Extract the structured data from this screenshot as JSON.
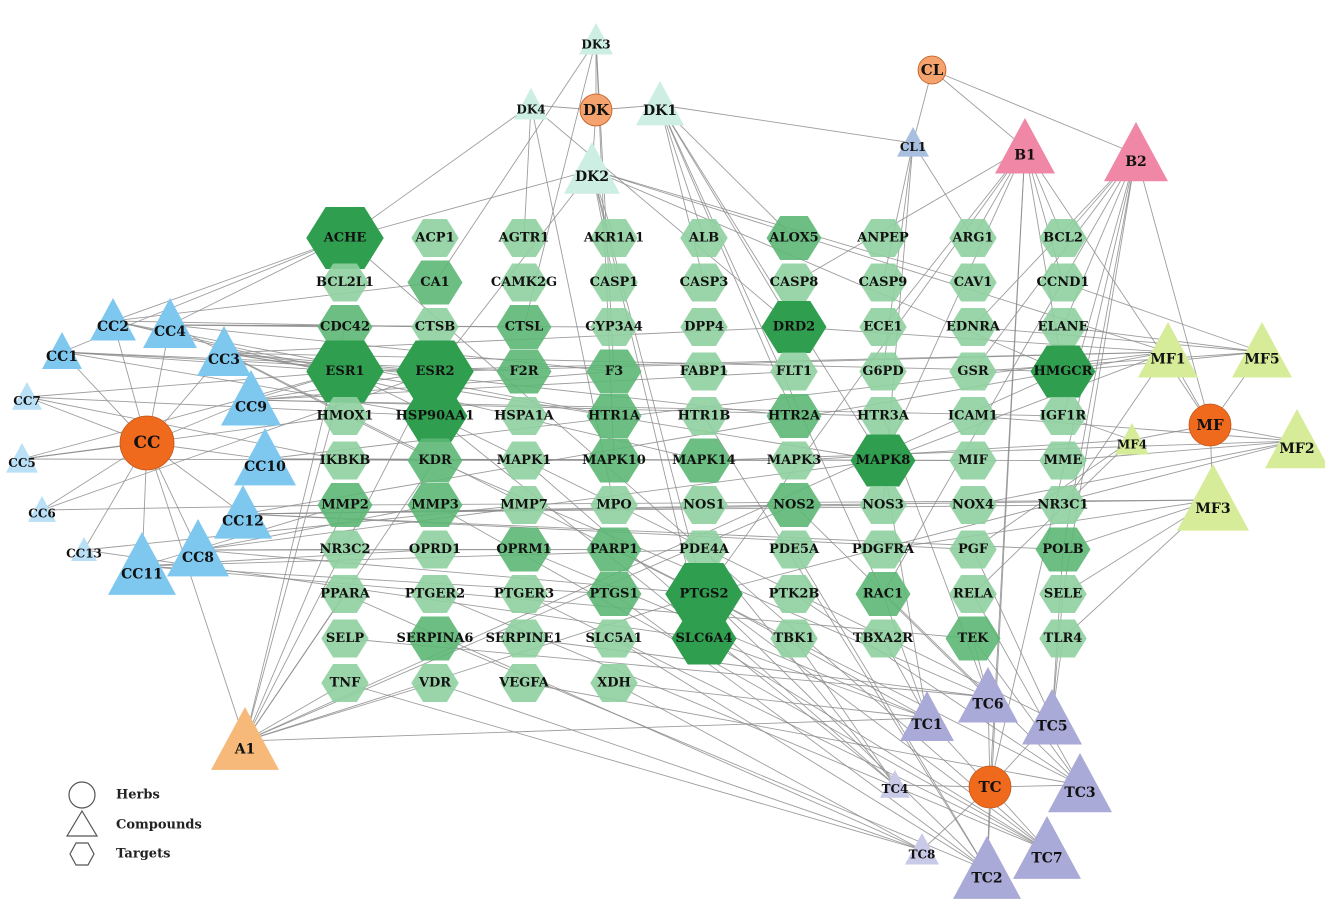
{
  "colors": {
    "herb": "#f06a1e",
    "herb_light": "#f4a26e",
    "cc": "#7ec8f0",
    "cc_light": "#b9e0f6",
    "dk": "#cdeee2",
    "cl": "#a9bfe0",
    "b": "#f087a6",
    "mf": "#d6ec98",
    "tc": "#aaaad8",
    "tc_light": "#c9c9e8",
    "a": "#f6b97a",
    "target_dark": "#2f9e4f",
    "target_mid": "#5cb774",
    "target_light": "#8fd0a0",
    "edge": "#8c8c8c"
  },
  "legend": [
    {
      "shape": "circle",
      "label": "Herbs"
    },
    {
      "shape": "triangle",
      "label": "Compounds"
    },
    {
      "shape": "hexagon",
      "label": "Targets"
    }
  ],
  "herbs": [
    {
      "id": "CC",
      "color": "herb"
    },
    {
      "id": "DK",
      "color": "herb_light"
    },
    {
      "id": "CL",
      "color": "herb_light"
    },
    {
      "id": "MF",
      "color": "herb"
    },
    {
      "id": "TC",
      "color": "herb"
    }
  ],
  "compounds": [
    {
      "id": "CC1",
      "herb": "CC",
      "color": "cc"
    },
    {
      "id": "CC2",
      "herb": "CC",
      "color": "cc"
    },
    {
      "id": "CC3",
      "herb": "CC",
      "color": "cc"
    },
    {
      "id": "CC4",
      "herb": "CC",
      "color": "cc"
    },
    {
      "id": "CC5",
      "herb": "CC",
      "color": "cc_light"
    },
    {
      "id": "CC6",
      "herb": "CC",
      "color": "cc_light"
    },
    {
      "id": "CC7",
      "herb": "CC",
      "color": "cc_light"
    },
    {
      "id": "CC8",
      "herb": "CC",
      "color": "cc"
    },
    {
      "id": "CC9",
      "herb": "CC",
      "color": "cc"
    },
    {
      "id": "CC10",
      "herb": "CC",
      "color": "cc"
    },
    {
      "id": "CC11",
      "herb": "CC",
      "color": "cc"
    },
    {
      "id": "CC12",
      "herb": "CC",
      "color": "cc"
    },
    {
      "id": "CC13",
      "herb": "CC",
      "color": "cc_light"
    },
    {
      "id": "DK1",
      "herb": "DK",
      "color": "dk"
    },
    {
      "id": "DK2",
      "herb": "DK",
      "color": "dk"
    },
    {
      "id": "DK3",
      "herb": "DK",
      "color": "dk"
    },
    {
      "id": "DK4",
      "herb": "DK",
      "color": "dk"
    },
    {
      "id": "CL1",
      "herb": "CL",
      "color": "cl"
    },
    {
      "id": "B1",
      "herb": "CL",
      "color": "b"
    },
    {
      "id": "B2",
      "herb": "CL",
      "color": "b"
    },
    {
      "id": "MF1",
      "herb": "MF",
      "color": "mf"
    },
    {
      "id": "MF2",
      "herb": "MF",
      "color": "mf"
    },
    {
      "id": "MF3",
      "herb": "MF",
      "color": "mf"
    },
    {
      "id": "MF4",
      "herb": "MF",
      "color": "mf"
    },
    {
      "id": "MF5",
      "herb": "MF",
      "color": "mf"
    },
    {
      "id": "TC1",
      "herb": "TC",
      "color": "tc"
    },
    {
      "id": "TC2",
      "herb": "TC",
      "color": "tc"
    },
    {
      "id": "TC3",
      "herb": "TC",
      "color": "tc"
    },
    {
      "id": "TC4",
      "herb": "TC",
      "color": "tc_light"
    },
    {
      "id": "TC5",
      "herb": "TC",
      "color": "tc"
    },
    {
      "id": "TC6",
      "herb": "TC",
      "color": "tc"
    },
    {
      "id": "TC7",
      "herb": "TC",
      "color": "tc"
    },
    {
      "id": "TC8",
      "herb": "TC",
      "color": "tc_light"
    },
    {
      "id": "A1",
      "herb": "",
      "color": "a"
    }
  ],
  "targets": [
    "ACHE",
    "ACP1",
    "AGTR1",
    "AKR1A1",
    "ALB",
    "ALOX5",
    "ANPEP",
    "ARG1",
    "BCL2",
    "BCL2L1",
    "CA1",
    "CAMK2G",
    "CASP1",
    "CASP3",
    "CASP8",
    "CASP9",
    "CAV1",
    "CCND1",
    "CDC42",
    "CTSB",
    "CTSL",
    "CYP3A4",
    "DPP4",
    "DRD2",
    "ECE1",
    "EDNRA",
    "ELANE",
    "ESR1",
    "ESR2",
    "F2R",
    "F3",
    "FABP1",
    "FLT1",
    "G6PD",
    "GSR",
    "HMGCR",
    "HMOX1",
    "HSP90AA1",
    "HSPA1A",
    "HTR1A",
    "HTR1B",
    "HTR2A",
    "HTR3A",
    "ICAM1",
    "IGF1R",
    "IKBKB",
    "KDR",
    "MAPK1",
    "MAPK10",
    "MAPK14",
    "MAPK3",
    "MAPK8",
    "MIF",
    "MME",
    "MMP2",
    "MMP3",
    "MMP7",
    "MPO",
    "NOS1",
    "NOS2",
    "NOS3",
    "NOX4",
    "NR3C1",
    "NR3C2",
    "OPRD1",
    "OPRM1",
    "PARP1",
    "PDE4A",
    "PDE5A",
    "PDGFRA",
    "PGF",
    "POLB",
    "PPARA",
    "PTGER2",
    "PTGER3",
    "PTGS1",
    "PTGS2",
    "PTK2B",
    "RAC1",
    "RELA",
    "SELE",
    "SELP",
    "SERPINA6",
    "SERPINE1",
    "SLC5A1",
    "SLC6A4",
    "TBK1",
    "TBXA2R",
    "TEK",
    "TLR4",
    "TNF",
    "VDR",
    "VEGFA",
    "XDH"
  ],
  "target_levels": {
    "ACHE": 4,
    "DRD2": 3,
    "ESR1": 4,
    "ESR2": 4,
    "PTGS2": 4,
    "SLC6A4": 3,
    "HSP90AA1": 3,
    "HMGCR": 3,
    "MAPK8": 3,
    "KDR": 2,
    "MMP2": 2,
    "MMP3": 2,
    "NOS2": 2,
    "PARP1": 2,
    "OPRM1": 2,
    "PTGS1": 2,
    "RAC1": 2,
    "POLB": 2,
    "ALOX5": 2,
    "CA1": 2,
    "CTSL": 2,
    "F3": 2,
    "SERPINA6": 2,
    "TEK": 2,
    "CDC42": 2,
    "HTR1A": 2,
    "HTR2A": 2,
    "MAPK10": 2,
    "MAPK14": 2,
    "F2R": 2
  },
  "edges": [
    [
      "CC",
      "CC1"
    ],
    [
      "CC",
      "CC2"
    ],
    [
      "CC",
      "CC3"
    ],
    [
      "CC",
      "CC4"
    ],
    [
      "CC",
      "CC5"
    ],
    [
      "CC",
      "CC6"
    ],
    [
      "CC",
      "CC7"
    ],
    [
      "CC",
      "CC8"
    ],
    [
      "CC",
      "CC9"
    ],
    [
      "CC",
      "CC10"
    ],
    [
      "CC",
      "CC11"
    ],
    [
      "CC",
      "CC12"
    ],
    [
      "CC",
      "CC13"
    ],
    [
      "DK",
      "DK1"
    ],
    [
      "DK",
      "DK2"
    ],
    [
      "DK",
      "DK3"
    ],
    [
      "DK",
      "DK4"
    ],
    [
      "CL",
      "CL1"
    ],
    [
      "CL",
      "B1"
    ],
    [
      "CL",
      "B2"
    ],
    [
      "MF",
      "MF1"
    ],
    [
      "MF",
      "MF2"
    ],
    [
      "MF",
      "MF3"
    ],
    [
      "MF",
      "MF4"
    ],
    [
      "MF",
      "MF5"
    ],
    [
      "MF",
      "B1"
    ],
    [
      "MF",
      "B2"
    ],
    [
      "TC",
      "TC1"
    ],
    [
      "TC",
      "TC2"
    ],
    [
      "TC",
      "TC3"
    ],
    [
      "TC",
      "TC4"
    ],
    [
      "TC",
      "TC5"
    ],
    [
      "TC",
      "TC6"
    ],
    [
      "TC",
      "TC7"
    ],
    [
      "TC",
      "TC8"
    ],
    [
      "TC",
      "B1"
    ],
    [
      "TC",
      "B2"
    ],
    [
      "CC",
      "A1"
    ],
    [
      "A1",
      "ESR1"
    ],
    [
      "A1",
      "ESR2"
    ],
    [
      "A1",
      "PTGS2"
    ],
    [
      "A1",
      "CDC42"
    ],
    [
      "A1",
      "MMP2"
    ],
    [
      "A1",
      "KDR"
    ],
    [
      "A1",
      "TNF"
    ],
    [
      "A1",
      "VDR"
    ],
    [
      "A1",
      "PPARA"
    ],
    [
      "A1",
      "HMGCR"
    ],
    [
      "A1",
      "NOS2"
    ],
    [
      "A1",
      "TC1"
    ],
    [
      "CC1",
      "ACHE"
    ],
    [
      "CC1",
      "ESR1"
    ],
    [
      "CC1",
      "ESR2"
    ],
    [
      "CC1",
      "HSP90AA1"
    ],
    [
      "CC1",
      "F2R"
    ],
    [
      "CC2",
      "ACHE"
    ],
    [
      "CC2",
      "CA1"
    ],
    [
      "CC2",
      "ESR1"
    ],
    [
      "CC2",
      "CTSB"
    ],
    [
      "CC2",
      "HTR1A"
    ],
    [
      "CC2",
      "MAPK14"
    ],
    [
      "CC3",
      "ESR1"
    ],
    [
      "CC3",
      "ESR2"
    ],
    [
      "CC3",
      "DRD2"
    ],
    [
      "CC3",
      "HTR2A"
    ],
    [
      "CC3",
      "MAPK8"
    ],
    [
      "CC3",
      "HMGCR"
    ],
    [
      "CC3",
      "KDR"
    ],
    [
      "CC4",
      "ACHE"
    ],
    [
      "CC4",
      "CDC42"
    ],
    [
      "CC4",
      "CTSL"
    ],
    [
      "CC4",
      "CYP3A4"
    ],
    [
      "CC4",
      "PTGS2"
    ],
    [
      "CC4",
      "F3"
    ],
    [
      "CC5",
      "ESR1"
    ],
    [
      "CC5",
      "HMOX1"
    ],
    [
      "CC5",
      "MAPK1"
    ],
    [
      "CC6",
      "ESR2"
    ],
    [
      "CC6",
      "MMP2"
    ],
    [
      "CC7",
      "ESR1"
    ],
    [
      "CC7",
      "HSP90AA1"
    ],
    [
      "CC7",
      "IKBKB"
    ],
    [
      "CC8",
      "PTGS2"
    ],
    [
      "CC8",
      "MMP3"
    ],
    [
      "CC8",
      "NR3C2"
    ],
    [
      "CC8",
      "OPRM1"
    ],
    [
      "CC8",
      "PARP1"
    ],
    [
      "CC8",
      "MAPK8"
    ],
    [
      "CC9",
      "ESR1"
    ],
    [
      "CC9",
      "ESR2"
    ],
    [
      "CC9",
      "F3"
    ],
    [
      "CC9",
      "FLT1"
    ],
    [
      "CC9",
      "HTR3A"
    ],
    [
      "CC9",
      "IGF1R"
    ],
    [
      "CC10",
      "KDR"
    ],
    [
      "CC10",
      "MAPK10"
    ],
    [
      "CC10",
      "MAPK3"
    ],
    [
      "CC10",
      "MIF"
    ],
    [
      "CC10",
      "MME"
    ],
    [
      "CC10",
      "MF1"
    ],
    [
      "CC11",
      "MMP2"
    ],
    [
      "CC11",
      "OPRD1"
    ],
    [
      "CC11",
      "PDE4A"
    ],
    [
      "CC11",
      "PTGS1"
    ],
    [
      "CC11",
      "TEK"
    ],
    [
      "CC12",
      "NOS2"
    ],
    [
      "CC12",
      "NOS3"
    ],
    [
      "CC12",
      "NR3C1"
    ],
    [
      "CC12",
      "PGF"
    ],
    [
      "CC12",
      "POLB"
    ],
    [
      "CC12",
      "HMGCR"
    ],
    [
      "CC13",
      "MMP7"
    ],
    [
      "CC13",
      "SLC6A4"
    ],
    [
      "DK1",
      "ALOX5"
    ],
    [
      "DK1",
      "ALB"
    ],
    [
      "DK1",
      "CASP3"
    ],
    [
      "DK1",
      "DRD2"
    ],
    [
      "DK1",
      "HTR2A"
    ],
    [
      "DK1",
      "CL1"
    ],
    [
      "DK1",
      "MAPK8"
    ],
    [
      "DK1",
      "RAC1"
    ],
    [
      "DK2",
      "ACHE"
    ],
    [
      "DK2",
      "AKR1A1"
    ],
    [
      "DK2",
      "CASP1"
    ],
    [
      "DK2",
      "ESR2"
    ],
    [
      "DK2",
      "PTGS2"
    ],
    [
      "DK2",
      "SLC6A4"
    ],
    [
      "DK2",
      "CAV1"
    ],
    [
      "DK2",
      "MF1"
    ],
    [
      "DK2",
      "HMGCR"
    ],
    [
      "DK3",
      "CA1"
    ],
    [
      "DK3",
      "CTSL"
    ],
    [
      "DK3",
      "F3"
    ],
    [
      "DK3",
      "MAPK10"
    ],
    [
      "DK4",
      "ACHE"
    ],
    [
      "DK4",
      "AGTR1"
    ],
    [
      "DK4",
      "DRD2"
    ],
    [
      "DK4",
      "MPO"
    ],
    [
      "CL1",
      "ARG1"
    ],
    [
      "CL1",
      "CASP9"
    ],
    [
      "CL1",
      "G6PD"
    ],
    [
      "CL1",
      "NOS3"
    ],
    [
      "B1",
      "BCL2"
    ],
    [
      "B1",
      "ARG1"
    ],
    [
      "B1",
      "CASP8"
    ],
    [
      "B1",
      "ECE1"
    ],
    [
      "B1",
      "HMGCR"
    ],
    [
      "B1",
      "MAPK8"
    ],
    [
      "B1",
      "PTGS2"
    ],
    [
      "B1",
      "TC2"
    ],
    [
      "B1",
      "CCND1"
    ],
    [
      "B2",
      "BCL2"
    ],
    [
      "B2",
      "ELANE"
    ],
    [
      "B2",
      "EDNRA"
    ],
    [
      "B2",
      "GSR"
    ],
    [
      "B2",
      "IGF1R"
    ],
    [
      "B2",
      "POLB"
    ],
    [
      "B2",
      "RAC1"
    ],
    [
      "B2",
      "SELE"
    ],
    [
      "MF1",
      "ESR1"
    ],
    [
      "MF1",
      "ESR2"
    ],
    [
      "MF1",
      "HMGCR"
    ],
    [
      "MF1",
      "MAPK8"
    ],
    [
      "MF1",
      "NR3C1"
    ],
    [
      "MF1",
      "DRD2"
    ],
    [
      "MF2",
      "MME"
    ],
    [
      "MF2",
      "NOX4"
    ],
    [
      "MF2",
      "ICAM1"
    ],
    [
      "MF2",
      "MAPK14"
    ],
    [
      "MF2",
      "PTGS2"
    ],
    [
      "MF3",
      "POLB"
    ],
    [
      "MF3",
      "NOS2"
    ],
    [
      "MF3",
      "SELE"
    ],
    [
      "MF3",
      "TLR4"
    ],
    [
      "MF3",
      "PDGFRA"
    ],
    [
      "MF3",
      "MMP2"
    ],
    [
      "MF4",
      "IGF1R"
    ],
    [
      "MF4",
      "PGF"
    ],
    [
      "MF4",
      "RELA"
    ],
    [
      "MF4",
      "MAPK3"
    ],
    [
      "MF5",
      "HMGCR"
    ],
    [
      "MF5",
      "GSR"
    ],
    [
      "MF5",
      "EDNRA"
    ],
    [
      "MF5",
      "CCND1"
    ],
    [
      "MF5",
      "ELANE"
    ],
    [
      "TC1",
      "PTGS2"
    ],
    [
      "TC1",
      "RAC1"
    ],
    [
      "TC1",
      "TBXA2R"
    ],
    [
      "TC1",
      "SLC6A4"
    ],
    [
      "TC1",
      "MAPK8"
    ],
    [
      "TC1",
      "OPRM1"
    ],
    [
      "TC1",
      "XDH"
    ],
    [
      "TC2",
      "PTGS1"
    ],
    [
      "TC2",
      "SERPINA6"
    ],
    [
      "TC2",
      "SLC5A1"
    ],
    [
      "TC2",
      "PTGS2"
    ],
    [
      "TC2",
      "HTR1B"
    ],
    [
      "TC2",
      "PDE5A"
    ],
    [
      "TC3",
      "NOS2"
    ],
    [
      "TC3",
      "TEK"
    ],
    [
      "TC3",
      "RELA"
    ],
    [
      "TC3",
      "PTK2B"
    ],
    [
      "TC3",
      "VEGFA"
    ],
    [
      "TC3",
      "PARP1"
    ],
    [
      "TC4",
      "TBK1"
    ],
    [
      "TC4",
      "PDE4A"
    ],
    [
      "TC4",
      "MAPK1"
    ],
    [
      "TC4",
      "HSP90AA1"
    ],
    [
      "TC5",
      "TLR4"
    ],
    [
      "TC5",
      "SELE"
    ],
    [
      "TC5",
      "POLB"
    ],
    [
      "TC5",
      "PGF"
    ],
    [
      "TC5",
      "ESR1"
    ],
    [
      "TC6",
      "RAC1"
    ],
    [
      "TC6",
      "TEK"
    ],
    [
      "TC6",
      "SERPINE1"
    ],
    [
      "TC6",
      "SELP"
    ],
    [
      "TC6",
      "KDR"
    ],
    [
      "TC6",
      "HTR3A"
    ],
    [
      "TC7",
      "ACHE"
    ],
    [
      "TC7",
      "PTGS2"
    ],
    [
      "TC7",
      "SLC6A4"
    ],
    [
      "TC7",
      "PTGER3"
    ],
    [
      "TC7",
      "PTGER2"
    ],
    [
      "TC7",
      "MMP3"
    ],
    [
      "TC8",
      "VDR"
    ],
    [
      "TC8",
      "TNF"
    ],
    [
      "TC8",
      "XDH"
    ],
    [
      "TC8",
      "PPARA"
    ]
  ]
}
